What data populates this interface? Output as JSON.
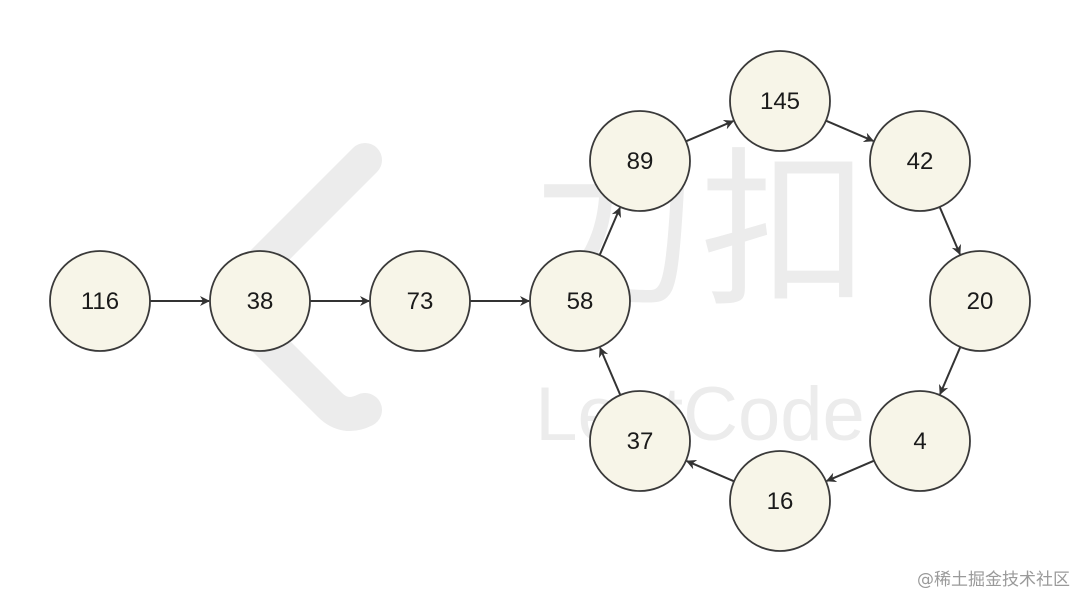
{
  "diagram": {
    "nodes": [
      {
        "id": "n116",
        "label": "116"
      },
      {
        "id": "n38",
        "label": "38"
      },
      {
        "id": "n73",
        "label": "73"
      },
      {
        "id": "n58",
        "label": "58"
      },
      {
        "id": "n89",
        "label": "89"
      },
      {
        "id": "n145",
        "label": "145"
      },
      {
        "id": "n42",
        "label": "42"
      },
      {
        "id": "n20",
        "label": "20"
      },
      {
        "id": "n4",
        "label": "4"
      },
      {
        "id": "n16",
        "label": "16"
      },
      {
        "id": "n37",
        "label": "37"
      }
    ],
    "edges": [
      {
        "from": "n116",
        "to": "n38"
      },
      {
        "from": "n38",
        "to": "n73"
      },
      {
        "from": "n73",
        "to": "n58"
      },
      {
        "from": "n58",
        "to": "n89"
      },
      {
        "from": "n89",
        "to": "n145"
      },
      {
        "from": "n145",
        "to": "n42"
      },
      {
        "from": "n42",
        "to": "n20"
      },
      {
        "from": "n20",
        "to": "n4"
      },
      {
        "from": "n4",
        "to": "n16"
      },
      {
        "from": "n16",
        "to": "n37"
      },
      {
        "from": "n37",
        "to": "n58"
      }
    ],
    "colors": {
      "node_fill": "#f7f5e8",
      "node_stroke": "#3a3a3a",
      "edge": "#333333",
      "watermark": "#ececec"
    }
  },
  "watermark": {
    "cjk": "力扣",
    "latin": "LeetCode"
  },
  "credit": "@稀土掘金技术社区"
}
